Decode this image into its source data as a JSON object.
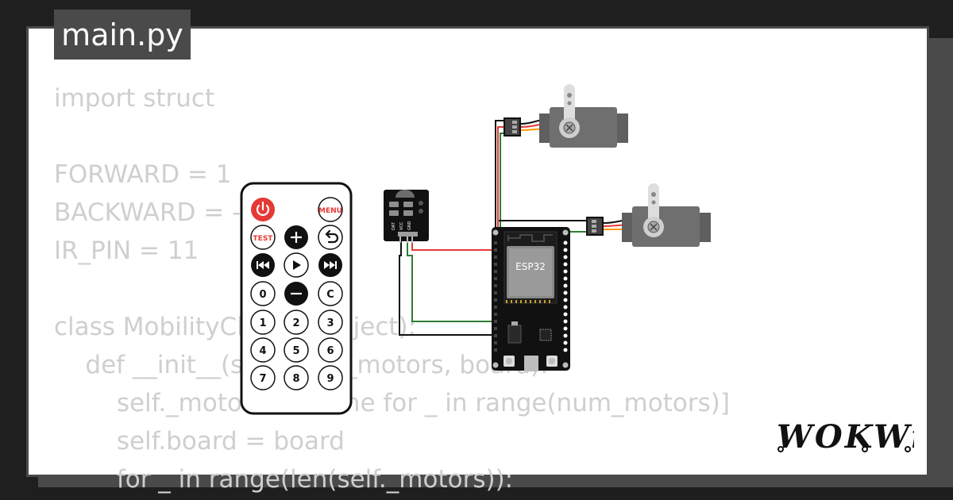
{
  "tab": {
    "filename": "main.py"
  },
  "code_lines": [
    "import struct",
    "",
    "FORWARD = 1",
    "BACKWARD = -1",
    "IR_PIN = 11",
    "",
    "class MobilityChassis(object):",
    "    def __init__(self, num_motors, board):",
    "        self._motors = [None for _ in range(num_motors)]",
    "        self.board = board",
    "        for _ in range(len(self._motors)):"
  ],
  "remote": {
    "menu_label": "MENU",
    "test_label": "TEST",
    "zero": "0",
    "clear": "C",
    "digits": [
      "1",
      "2",
      "3",
      "4",
      "5",
      "6",
      "7",
      "8",
      "9"
    ]
  },
  "ir_receiver": {
    "pin_labels": [
      "DAT",
      "VCC",
      "GND"
    ]
  },
  "esp32": {
    "label": "ESP32"
  },
  "logo": {
    "text": "WOKWi"
  },
  "colors": {
    "background": "#1f1f1f",
    "frame": "#4a4a4a",
    "code_text": "#cfcfcf",
    "power_button": "#e53935",
    "wire_red": "#e53935",
    "wire_green": "#2e7d32",
    "wire_black": "#111111",
    "servo_body": "#5f5f5f",
    "servo_orange": "#ff9800"
  },
  "icons": [
    "power-icon",
    "plus-icon",
    "undo-icon",
    "rewind-icon",
    "play-icon",
    "fast-forward-icon",
    "minus-icon",
    "servo-horn-icon"
  ]
}
